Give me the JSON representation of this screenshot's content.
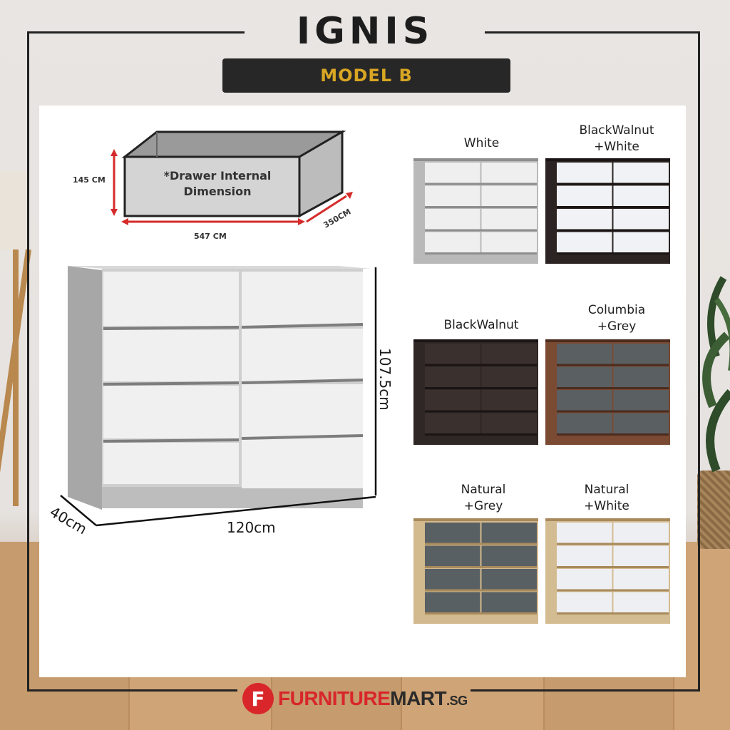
{
  "header": {
    "title": "IGNIS",
    "model": "MODEL B"
  },
  "drawer_diagram": {
    "note_line1": "*Drawer Internal",
    "note_line2": "Dimension",
    "height": "145 CM",
    "width": "547 CM",
    "depth": "350CM"
  },
  "main_dimensions": {
    "height": "107.5cm",
    "width": "120cm",
    "depth": "40cm"
  },
  "variants": [
    {
      "line1": "White",
      "line2": "",
      "body": "#b9b9b9",
      "front": "#efefef",
      "gap": "#8e8e8e"
    },
    {
      "line1": "BlackWalnut",
      "line2": "+White",
      "body": "#2b2422",
      "front": "#f1f2f5",
      "gap": "#1a1514"
    },
    {
      "line1": "BlackWalnut",
      "line2": "",
      "body": "#2f2725",
      "front": "#3a302d",
      "gap": "#1a1514"
    },
    {
      "line1": "Columbia",
      "line2": "+Grey",
      "body": "#7b4a33",
      "front": "#5a5f62",
      "gap": "#4b2c1e"
    },
    {
      "line1": "Natural",
      "line2": "+Grey",
      "body": "#d2b98e",
      "front": "#596063",
      "gap": "#a88a5c"
    },
    {
      "line1": "Natural",
      "line2": "+White",
      "body": "#d4bc92",
      "front": "#eeeff2",
      "gap": "#a88a5c"
    }
  ],
  "brand": {
    "logo_letter": "F",
    "part1": "FURNITURE",
    "part2": "MART",
    "part3": ".SG"
  },
  "colors": {
    "accent_gold": "#d8a623",
    "brand_red": "#d8262b",
    "dimension_red": "#d62a2a"
  }
}
